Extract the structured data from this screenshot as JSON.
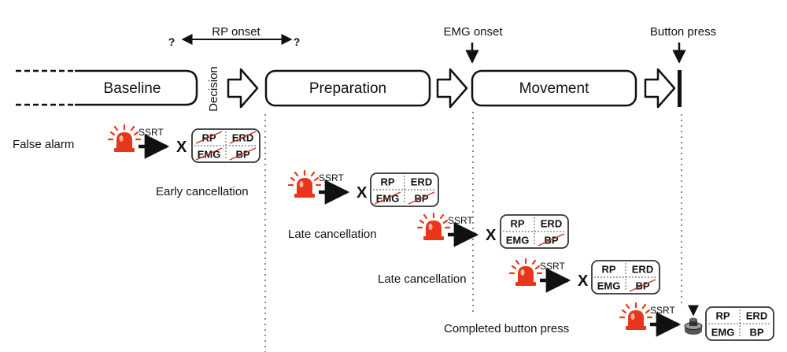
{
  "header": {
    "rp_onset": "RP onset",
    "question_mark": "?",
    "emg_onset": "EMG onset",
    "button_press": "Button press"
  },
  "stages": {
    "baseline": "Baseline",
    "decision": "Decision",
    "preparation": "Preparation",
    "movement": "Movement"
  },
  "rows": [
    {
      "label": "False alarm",
      "ssrt": "SSRT",
      "result": "X",
      "cells": {
        "rp": "RP",
        "erd": "ERD",
        "emg": "EMG",
        "bp": "BP"
      },
      "crossed": [
        "rp",
        "erd",
        "emg",
        "bp"
      ]
    },
    {
      "label": "Early cancellation",
      "ssrt": "SSRT",
      "result": "X",
      "cells": {
        "rp": "RP",
        "erd": "ERD",
        "emg": "EMG",
        "bp": "BP"
      },
      "crossed": [
        "emg",
        "bp"
      ]
    },
    {
      "label": "Late cancellation",
      "ssrt": "SSRT",
      "result": "X",
      "cells": {
        "rp": "RP",
        "erd": "ERD",
        "emg": "EMG",
        "bp": "BP"
      },
      "crossed": [
        "bp"
      ]
    },
    {
      "label": "Late cancellation",
      "ssrt": "SSRT",
      "result": "X",
      "cells": {
        "rp": "RP",
        "erd": "ERD",
        "emg": "EMG",
        "bp": "BP"
      },
      "crossed": [
        "bp"
      ]
    },
    {
      "label": "Completed button press",
      "ssrt": "SSRT",
      "result": "button-icon",
      "cells": {
        "rp": "RP",
        "erd": "ERD",
        "emg": "EMG",
        "bp": "BP"
      },
      "crossed": []
    }
  ],
  "colors": {
    "alarm": "#e8361a",
    "cross": "#c0392b",
    "line": "#111111",
    "dotted": "#888888"
  },
  "icons": {
    "alarm": "alarm-light-icon",
    "button": "push-button-icon"
  }
}
